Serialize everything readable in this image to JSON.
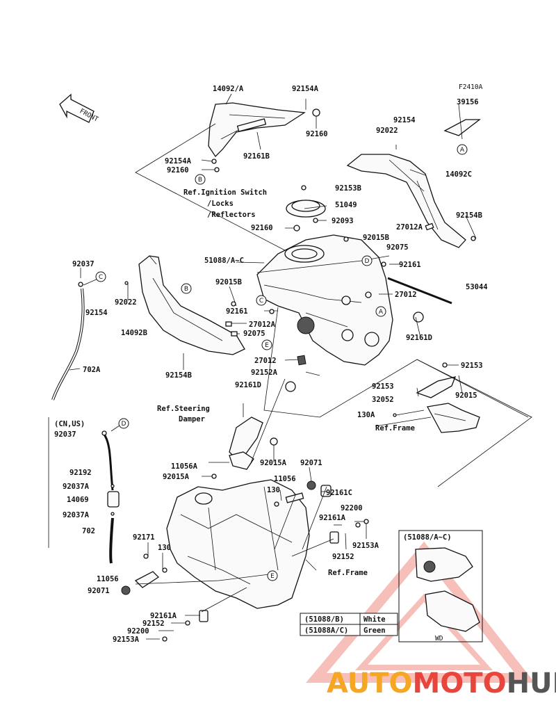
{
  "figure_code": "F2410A",
  "front_label": "FRONT",
  "part_labels": {
    "p14092A": "14092/A",
    "p92154A_top": "92154A",
    "p92160_top": "92160",
    "p92161B": "92161B",
    "p92154A_left": "92154A",
    "p92160_left": "92160",
    "p39156": "39156",
    "p92154_r": "92154",
    "p92022_r": "92022",
    "p14092C": "14092C",
    "p92153B": "92153B",
    "p51049": "51049",
    "p92093": "92093",
    "p92160_mid": "92160",
    "p27012A_r": "27012A",
    "p92154B_r": "92154B",
    "p92015B_top": "92015B",
    "p92075_r": "92075",
    "p51088": "51088/A~C",
    "p92161_r": "92161",
    "p53044": "53044",
    "p92015B_mid": "92015B",
    "p27012_r": "27012",
    "p92161_mid": "92161",
    "p92037_l": "92037",
    "p92154_l": "92154",
    "p92022_l": "92022",
    "p14092B": "14092B",
    "p27012A_l": "27012A",
    "p92075_l": "92075",
    "p27012_l": "27012",
    "p92154B_l": "92154B",
    "p92161D_r": "92161D",
    "p92152A": "92152A",
    "p92153_r": "92153",
    "p92153_m": "92153",
    "p92015_r": "92015",
    "p32052": "32052",
    "p92161D_l": "92161D",
    "p130A": "130A",
    "p702A": "702A",
    "p11056A": "11056A",
    "p92015A_l": "92015A",
    "p92015A_r": "92015A",
    "p92071_r": "92071",
    "p11056_r": "11056",
    "p130_r": "130",
    "p92161C": "92161C",
    "p92200_r": "92200",
    "p92161A_r": "92161A",
    "p92153A_r": "92153A",
    "p92152_r": "92152",
    "p92171": "92171",
    "p130_l": "130",
    "p11056_l": "11056",
    "p92071_l": "92071",
    "p92161A_l": "92161A",
    "p92152_l": "92152",
    "p92200_l": "92200",
    "p92153A_l": "92153A"
  },
  "cn_us_box": {
    "title": "(CN,US)",
    "labels": [
      "92037",
      "92192",
      "92037A",
      "14069",
      "92037A",
      "702"
    ]
  },
  "references": {
    "ignition": [
      "Ref.Ignition Switch",
      "/Locks",
      "/Reflectors"
    ],
    "steering": [
      "Ref.Steering",
      "Damper"
    ],
    "frame_top": "Ref.Frame",
    "frame_bottom": "Ref.Frame"
  },
  "callouts": {
    "A": "A",
    "B": "B",
    "C": "C",
    "D": "D",
    "E": "E"
  },
  "variant_box": {
    "title": "(51088/A~C)",
    "wd_label": "WD"
  },
  "color_table": {
    "rows": [
      {
        "part": "(51088/B)",
        "color": "White"
      },
      {
        "part": "(51088A/C)",
        "color": "Green"
      }
    ]
  },
  "watermark": {
    "part1": "AUTO",
    "part2": "MOTO",
    "part3": "HUB",
    "color1": "#f5a623",
    "color2": "#e8463c",
    "color3": "#555555"
  }
}
